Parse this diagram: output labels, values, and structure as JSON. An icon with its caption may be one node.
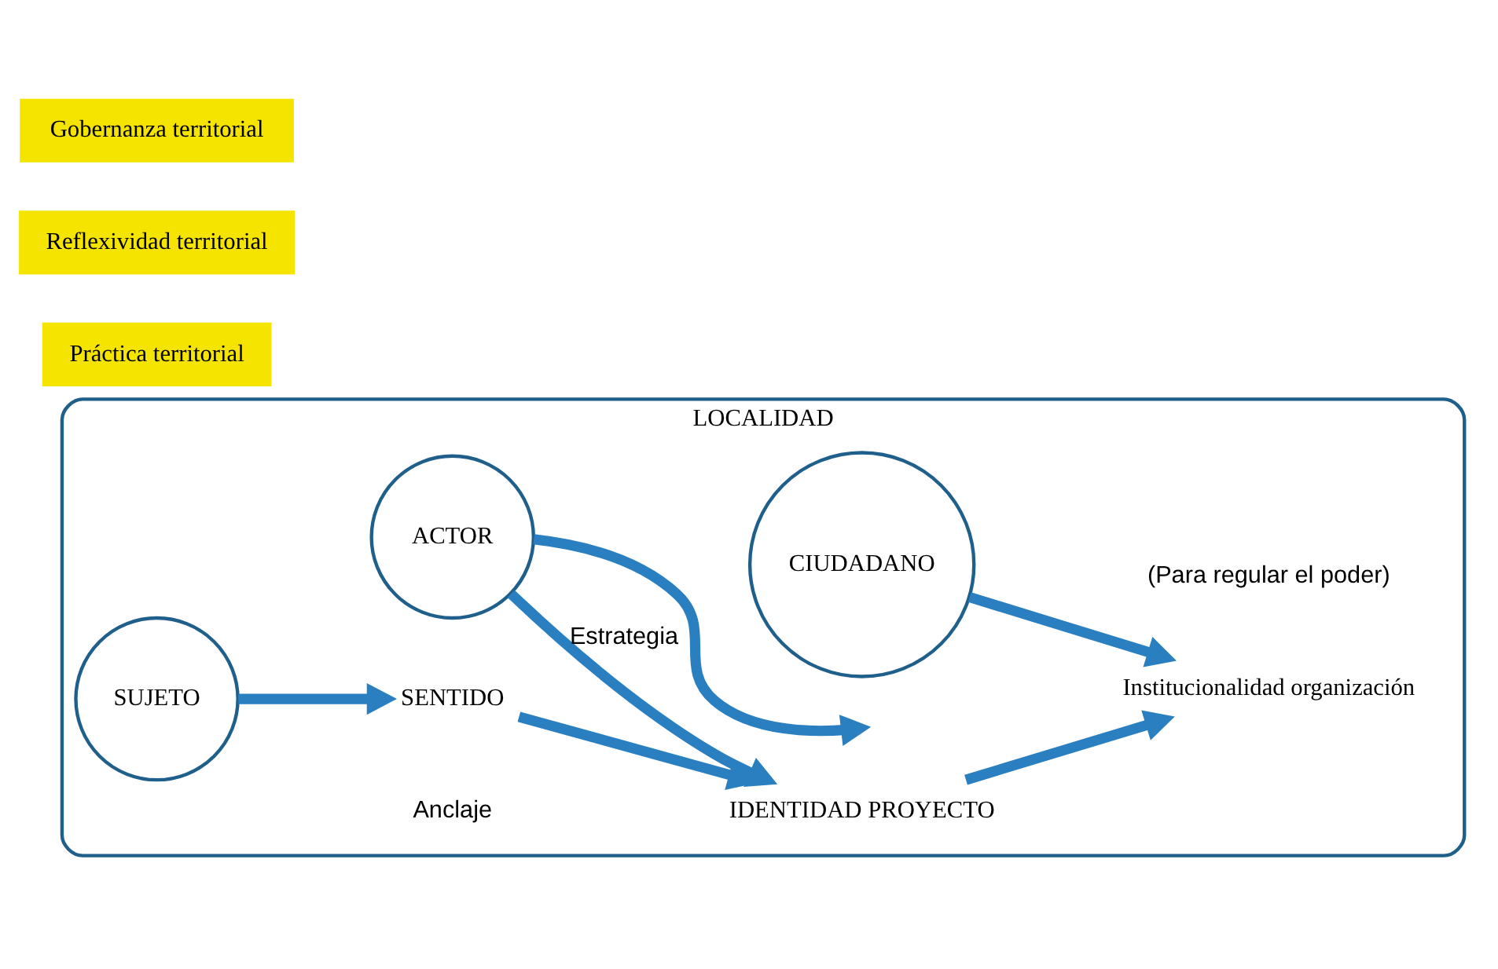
{
  "diagram": {
    "nodes": [
      {
        "text": [
          "LOCALIDAD"
        ]
      },
      {
        "text": [
          "SUJETO"
        ],
        "in": 0
      },
      {
        "text": [
          "CIUDADANO"
        ],
        "in": 0
      },
      {
        "text": [
          "SENTIDO"
        ],
        "in": 0
      },
      {
        "text": [
          "IDENTIDAD PROYECTO"
        ],
        "in": 0
      },
      {
        "text": [
          "Institucionalidad organización"
        ],
        "in": 0,
        "beside": [
          "(Para regular el poder)"
        ]
      },
      {
        "text": [
          "ACTOR"
        ],
        "in": 0
      },
      {
        "text": [
          "Práctica territorial"
        ]
      },
      {
        "text": [
          "Reflexividad territorial"
        ]
      },
      {
        "text": [
          "Gobernanza territorial"
        ]
      }
    ],
    "edges": [
      {
        "from": 1,
        "to": 3,
        "arrow": "to"
      },
      {
        "from": 3,
        "to": 4,
        "arrow": "to"
      },
      {
        "from": 4,
        "to": 5,
        "arrow": "to"
      },
      {
        "from": 2,
        "to": 5,
        "arrow": "to"
      },
      {
        "from": 6,
        "to": 4,
        "arrow": "to",
        "label": "Estrategia"
      },
      {
        "from": 6,
        "to": null,
        "arrow": "to"
      }
    ],
    "labels": [
      "Anclaje"
    ]
  }
}
